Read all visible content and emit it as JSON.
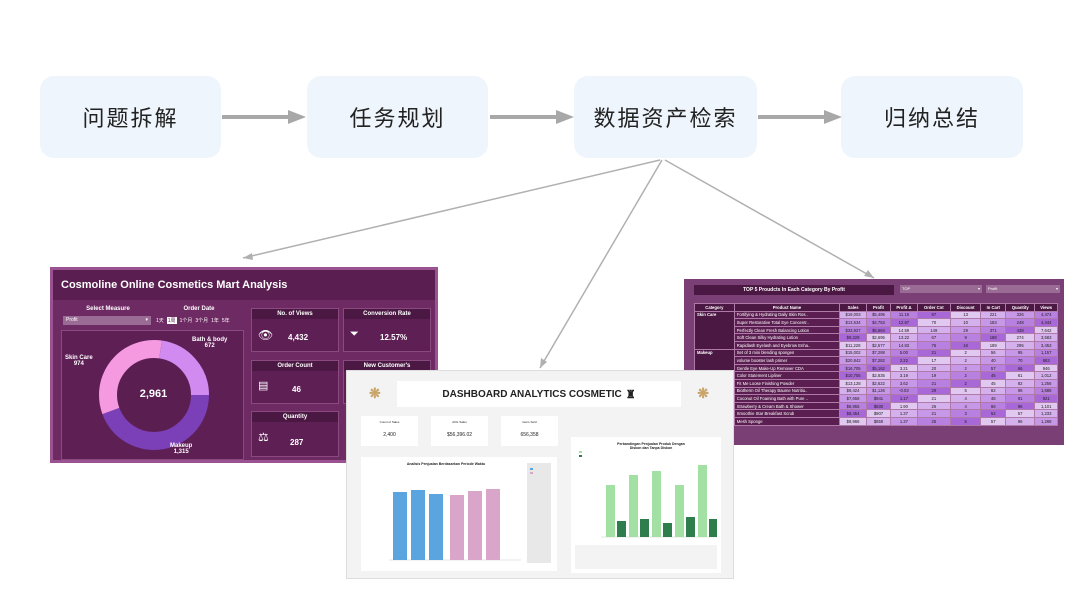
{
  "steps": [
    "问题拆解",
    "任务规划",
    "数据资产检索",
    "归纳总结"
  ],
  "colors": {
    "step_bg": "#eef5fc",
    "arrow": "#a8a8a8",
    "magenta": "#6e2a63",
    "pink": "#f59ae0",
    "purple_light": "#d08af0",
    "purple_dark": "#7b40b8",
    "bar_blue": "#5aa5e0",
    "bar_pink": "#d9a5c8",
    "bar_green": "#a3e0a3",
    "bar_dark_green": "#2d7d4d"
  },
  "d1": {
    "title": "Cosmoline Online Cosmetics Mart Analysis",
    "select_measure": "Select Measure",
    "measure_value": "Profit",
    "order_date": "Order Date",
    "date_options": [
      "1天",
      "1周",
      "1个月",
      "3个月",
      "1年",
      "5年"
    ],
    "donut_total": "2,961",
    "skin_care_label": "Skin Care",
    "skin_care_value": "974",
    "bath_label": "Bath & body",
    "bath_value": "672",
    "makeup_label": "Makeup",
    "makeup_value": "1,315",
    "kpis": [
      {
        "label": "No. of Views",
        "value": "4,432"
      },
      {
        "label": "Conversion Rate",
        "value": "12.57%"
      },
      {
        "label": "Order Count",
        "value": "46"
      },
      {
        "label": "New Customer's",
        "value": ""
      },
      {
        "label": "Quantity",
        "value": "287"
      }
    ]
  },
  "d2": {
    "title": "DASHBOARD ANALYTICS COSMETIC",
    "kpis": [
      {
        "label": "Count of Sales",
        "value": "2,400"
      },
      {
        "label": "AVG Sales",
        "value": "$56,396.02"
      },
      {
        "label": "items Sold",
        "value": "656,358"
      }
    ],
    "left_chart_title": "Analisis Penjualan Berdasarkan Periode Waktu",
    "right_chart_title": "Perbandingan Penjualan Produk Dengan Diskon dan Tanpa Diskon"
  },
  "d3": {
    "title": "TOP 5 Proudcts In Each Category By Profit",
    "filter1": "TOP",
    "filter2": "Profit",
    "headers": [
      "Category",
      "Product Name",
      "Sales",
      "Profit",
      "Profit Δ",
      "Order Cnt",
      "Discount",
      "In Cart",
      "Quantity",
      "Views"
    ],
    "categories": [
      "Skin Care",
      "Makeup",
      "Bath & body"
    ],
    "rows": [
      [
        "Fortifying & Hydrating Daily Skin Ros..",
        "$19,003",
        "$5,495",
        "11.18",
        "87",
        "13",
        "221",
        "326",
        "4,474"
      ],
      [
        "Super Restorative Total Eye Concentr..",
        "$13,534",
        "$4,753",
        "12.87",
        "70",
        "10",
        "183",
        "248",
        "4,444"
      ],
      [
        "Perfectly Clean Fresh Balancing Lotion",
        "$33,927",
        "$5,684",
        "14.59",
        "149",
        "29",
        "371",
        "438",
        "7,642"
      ],
      [
        "Soft Clean Silky Hydrating Lotion",
        "$9,229",
        "$2,695",
        "13.22",
        "67",
        "9",
        "188",
        "274",
        "3,583"
      ],
      [
        "Rapidlash Eyelash and Eyebrow Enha..",
        "$11,228",
        "$2,577",
        "14.83",
        "76",
        "16",
        "189",
        "295",
        "3,453"
      ],
      [
        "Set of 3 mini blending sponges",
        "$15,002",
        "$7,288",
        "5.00",
        "21",
        "2",
        "56",
        "95",
        "1,157"
      ],
      [
        "volume booster lash primer",
        "$20,842",
        "$7,282",
        "2.22",
        "17",
        "2",
        "40",
        "70",
        "863"
      ],
      [
        "Gentle Eye Make-Up Remover CDA",
        "$16,705",
        "$5,162",
        "3.21",
        "20",
        "2",
        "57",
        "66",
        "946"
      ],
      [
        "Color Statement Lipliner",
        "$10,755",
        "$2,835",
        "3.19",
        "19",
        "2",
        "45",
        "61",
        "1,012"
      ],
      [
        "Fit Me Loose Finishing Powder",
        "$13,128",
        "$2,622",
        "3.62",
        "21",
        "2",
        "45",
        "82",
        "1,256"
      ],
      [
        "Biotherm Oil Therapy Baume Nutritiu..",
        "$9,424",
        "$1,126",
        "-0.03",
        "29",
        "5",
        "82",
        "98",
        "1,686"
      ],
      [
        "Coconut Oil Foaming Bath with Pure ..",
        "$7,658",
        "$941",
        "1.17",
        "21",
        "4",
        "48",
        "91",
        "921"
      ],
      [
        "Strawberry & Cream Bath & Shower",
        "$8,955",
        "$930",
        "1.90",
        "26",
        "4",
        "66",
        "96",
        "1,101"
      ],
      [
        "Smoothie Star Breakfast Scrub",
        "$8,454",
        "$907",
        "1.37",
        "21",
        "3",
        "52",
        "57",
        "1,233"
      ],
      [
        "Mesh Sponge",
        "$9,966",
        "$859",
        "1.37",
        "25",
        "5",
        "57",
        "96",
        "1,288"
      ]
    ]
  }
}
